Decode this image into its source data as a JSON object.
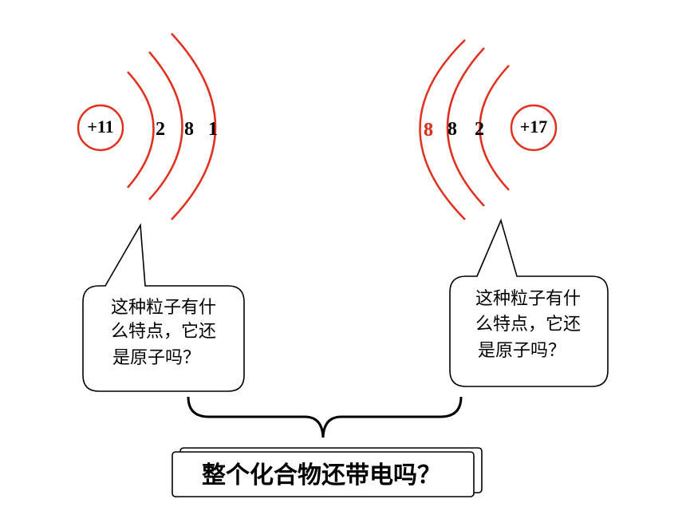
{
  "left_atom": {
    "nucleus": "+11",
    "shells": [
      "2",
      "8",
      "1"
    ]
  },
  "right_atom": {
    "nucleus": "+17",
    "shells_overlay": "8",
    "shells": [
      "8",
      "8",
      "2"
    ]
  },
  "left_bubble": {
    "lines": [
      "这种粒子有什",
      "么特点，它还",
      "是原子吗？"
    ]
  },
  "right_bubble": {
    "lines": [
      "这种粒子有什",
      "么特点，它还",
      "是原子吗？"
    ]
  },
  "banner": {
    "text": "整个化合物还带电吗？"
  },
  "colors": {
    "orbit": "#e0301e",
    "outline": "#000000",
    "accent_number": "#e0301e"
  }
}
